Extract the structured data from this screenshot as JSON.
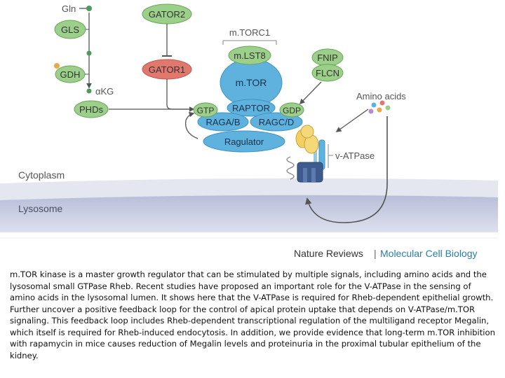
{
  "nodes": {
    "gln": "Gln",
    "gls": "GLS",
    "gdh": "GDH",
    "akg": "αKG",
    "phds": "PHDs",
    "gator2": "GATOR2",
    "gator1": "GATOR1",
    "mtorc1": "m.TORC1",
    "mlst8": "m.LST8",
    "mtor": "m.TOR",
    "raptor": "RAPTOR",
    "gtp": "GTP",
    "gdp": "GDP",
    "raga_b": "RAGA/B",
    "ragc_d": "RAGC/D",
    "ragulator": "Ragulator",
    "fnip": "FNIP",
    "flcn": "FLCN",
    "amino_acids": "Amino acids",
    "v_atpase": "v-ATPase"
  },
  "compartments": {
    "cytoplasm": "Cytoplasm",
    "lysosome": "Lysosome"
  },
  "credit": {
    "publisher": "Nature Reviews",
    "separator": "|",
    "journal": "Molecular Cell Biology"
  },
  "caption": "m.TOR kinase is a master growth regulator that can be stimulated by multiple signals, including amino acids and the lysosomal small GTPase Rheb. Recent studies have proposed an important role for the V-ATPase in the sensing of amino acids in the lysosomal lumen. It shows here that the V-ATPase is required for Rheb-dependent epithelial growth. Further uncover a positive feedback loop for the control of apical protein uptake that depends on V-ATPase/m.TOR signaling. This feedback loop includes Rheb-dependent transcriptional regulation of the multiligand receptor Megalin, which itself is required for Rheb-induced endocytosis. In addition, we provide evidence that long-term m.TOR inhibition with rapamycin in mice causes reduction of Megalin levels and proteinuria in the proximal tubular epithelium of the kidney.",
  "colors": {
    "green_node": "#9ccf8a",
    "green_stroke": "#6aa55a",
    "red_node": "#e0786e",
    "blue_node": "#5fb2de",
    "blue_stroke": "#3f93c4",
    "grey_node": "#c9c9c9",
    "lysosome_bg": "#cfd4e4",
    "membrane": "#d9dbe8",
    "credit_blue": "#2a7fa6"
  }
}
